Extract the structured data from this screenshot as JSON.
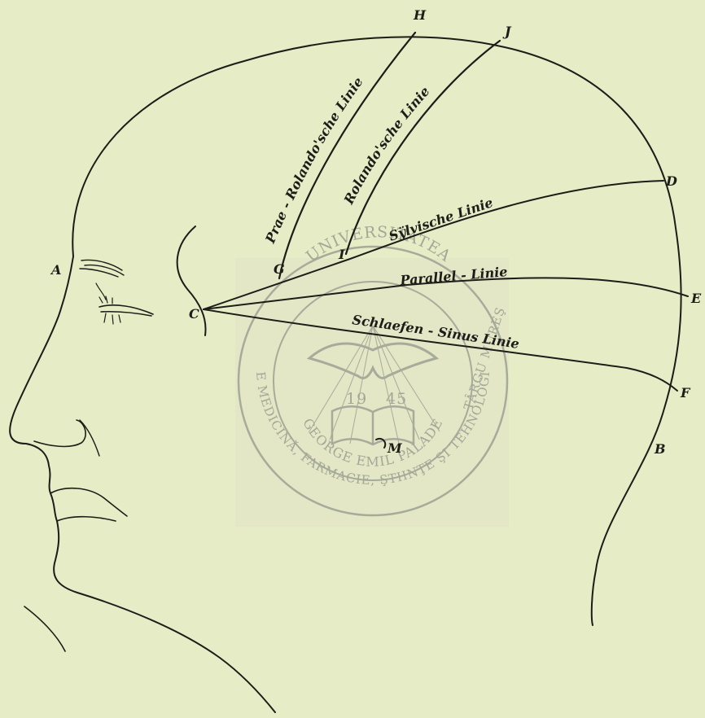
{
  "diagram": {
    "point_labels": {
      "A": "A",
      "B": "B",
      "C": "C",
      "D": "D",
      "E": "E",
      "F": "F",
      "G": "G",
      "H": "H",
      "J": "J",
      "I": "I",
      "M": "M"
    },
    "line_labels": {
      "prae_rolando": "Prae - Rolando'sche Linie",
      "rolando": "Rolando'sche Linie",
      "sylvische": "Sÿlvische Linie",
      "parallel": "Parallel - Linie",
      "schlaefen": "Schlaefen - Sinus Linie"
    }
  },
  "watermark": {
    "arc_top": "UNIVERSITATEA",
    "arc_left": "DE MEDICINĂ, FARMACIE, ŞTIINŢE ŞI TEHNOLOGIE",
    "arc_right": "TÂRGU MUREŞ",
    "inner_arc": "GEORGE EMIL PALADE",
    "year_left": "19",
    "year_right": "45"
  },
  "colors": {
    "paper": "#e6ecc6",
    "ink": "#1c1c18",
    "watermark": "#a7ab9a"
  }
}
